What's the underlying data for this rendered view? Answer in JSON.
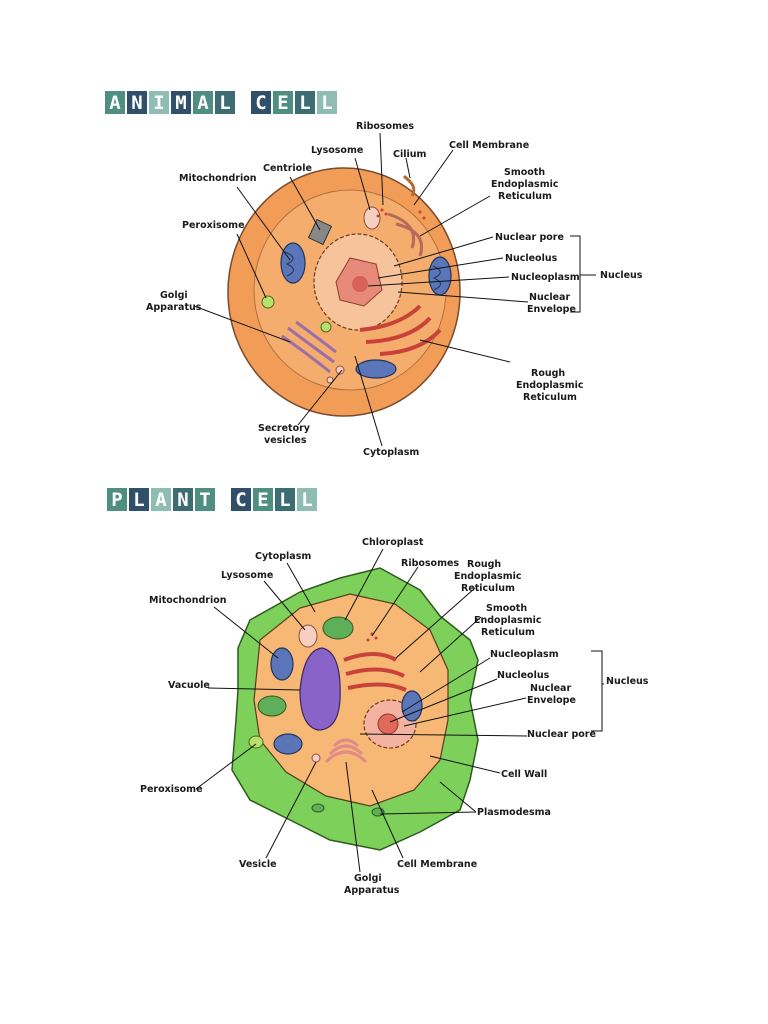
{
  "animal": {
    "title_letters": [
      "A",
      "N",
      "I",
      "M",
      "A",
      "L",
      " ",
      "C",
      "E",
      "L",
      "L"
    ],
    "title_colors": [
      "#4e8f82",
      "#2f4f6a",
      "#8fbcb3",
      "#2f4f6a",
      "#4e8f82",
      "#3b6d73",
      "",
      "#2f4f6a",
      "#4e8f82",
      "#3b6d73",
      "#8fbcb3"
    ],
    "labels": {
      "ribosomes": "Ribosomes",
      "lysosome": "Lysosome",
      "cilium": "Cilium",
      "cell_membrane": "Cell Membrane",
      "centriole": "Centriole",
      "mitochondrion": "Mitochondrion",
      "smooth_er_1": "Smooth",
      "smooth_er_2": "Endoplasmic",
      "smooth_er_3": "Reticulum",
      "peroxisome": "Peroxisome",
      "nuclear_pore": "Nuclear pore",
      "nucleolus": "Nucleolus",
      "nucleoplasm": "Nucleoplasm",
      "nucleus": "Nucleus",
      "nuclear_env_1": "Nuclear",
      "nuclear_env_2": "Envelope",
      "golgi_1": "Golgi",
      "golgi_2": "Apparatus",
      "rough_er_1": "Rough",
      "rough_er_2": "Endoplasmic",
      "rough_er_3": "Reticulum",
      "secretory_1": "Secretory",
      "secretory_2": "vesicles",
      "cytoplasm": "Cytoplasm"
    }
  },
  "plant": {
    "title_letters": [
      "P",
      "L",
      "A",
      "N",
      "T",
      " ",
      "C",
      "E",
      "L",
      "L"
    ],
    "title_colors": [
      "#4e8f82",
      "#2f4f6a",
      "#8fbcb3",
      "#3b6d73",
      "#4e8f82",
      "",
      "#2f4f6a",
      "#4e8f82",
      "#3b6d73",
      "#8fbcb3"
    ],
    "labels": {
      "chloroplast": "Chloroplast",
      "cytoplasm": "Cytoplasm",
      "ribosomes": "Ribosomes",
      "rough_er_1": "Rough",
      "rough_er_2": "Endoplasmic",
      "rough_er_3": "Reticulum",
      "lysosome": "Lysosome",
      "mitochondrion": "Mitochondrion",
      "smooth_er_1": "Smooth",
      "smooth_er_2": "Endoplasmic",
      "smooth_er_3": "Reticulum",
      "nucleoplasm": "Nucleoplasm",
      "vacuole": "Vacuole",
      "nucleolus": "Nucleolus",
      "nuclear_env_1": "Nuclear",
      "nuclear_env_2": "Envelope",
      "nucleus": "Nucleus",
      "nuclear_pore": "Nuclear pore",
      "peroxisome": "Peroxisome",
      "cell_wall": "Cell Wall",
      "plasmodesma": "Plasmodesma",
      "vesicle": "Vesicle",
      "cell_membrane": "Cell Membrane",
      "golgi_1": "Golgi",
      "golgi_2": "Apparatus"
    }
  },
  "colors": {
    "cytoplasm_orange": "#f2a15c",
    "cytoplasm_light": "#f6c28f",
    "nucleus_pink": "#f3b3a0",
    "nucleolus_red": "#e0695a",
    "rough_er_red": "#c9423a",
    "mitochondria_blue": "#5b76b8",
    "golgi_purple": "#9a6fa8",
    "vacuole_purple": "#8a63c9",
    "cell_wall_green": "#7dd15a",
    "chloroplast_green": "#5fae5a",
    "peroxisome_green": "#b8e06a"
  }
}
